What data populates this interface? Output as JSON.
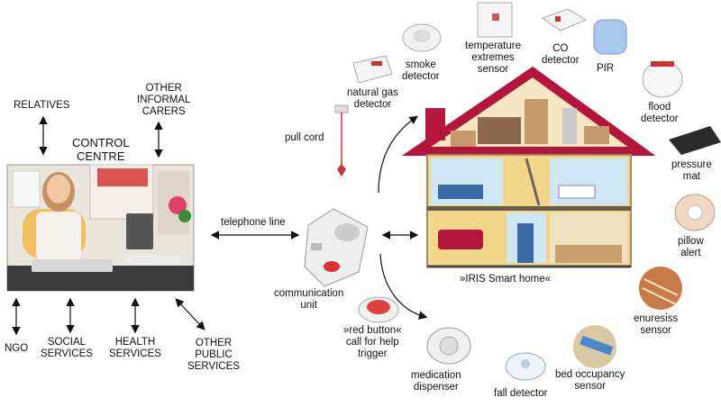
{
  "labels": {
    "relatives": "RELATIVES",
    "other_informal_1": "OTHER",
    "other_informal_2": "INFORMAL",
    "other_informal_3": "CARERS",
    "control_1": "CONTROL",
    "control_2": "CENTRE",
    "ngo": "NGO",
    "social_1": "SOCIAL",
    "social_2": "SERVICES",
    "health_1": "HEALTH",
    "health_2": "SERVICES",
    "public_1": "OTHER",
    "public_2": "PUBLIC",
    "public_3": "SERVICES",
    "telephone": "telephone line",
    "comm_1": "communication",
    "comm_2": "unit",
    "pull_cord": "pull cord",
    "gas_1": "natural gas",
    "gas_2": "detector",
    "smoke_1": "smoke",
    "smoke_2": "detector",
    "temp_1": "temperature",
    "temp_2": "extremes",
    "temp_3": "sensor",
    "co_1": "CO",
    "co_2": "detector",
    "pir": "PIR",
    "flood_1": "flood",
    "flood_2": "detector",
    "pressure_1": "pressure",
    "pressure_2": "mat",
    "pillow_1": "pillow",
    "pillow_2": "alert",
    "enuresis_1": "enuresiss",
    "enuresis_2": "sensor",
    "bed_1": "bed occupancy",
    "bed_2": "sensor",
    "fall": "fall detector",
    "med_1": "medication",
    "med_2": "dispenser",
    "red_1": "»red button«",
    "red_2": "call for help",
    "red_3": "trigger",
    "home": "»IRIS Smart home«"
  },
  "colors": {
    "roof": "#b3163a",
    "house_fill": "#f3d68a",
    "room_blue": "#cfe6f4",
    "arrow": "#111111",
    "red_button": "#e04040"
  },
  "icons": [
    "smoke-detector-icon",
    "gas-detector-icon",
    "temperature-sensor-icon",
    "co-detector-icon",
    "pir-icon",
    "flood-detector-icon",
    "pressure-mat-icon",
    "pillow-alert-icon",
    "enuresis-sensor-icon",
    "bed-occupancy-icon",
    "fall-detector-icon",
    "medication-dispenser-icon",
    "red-button-icon",
    "communication-unit-icon",
    "pull-cord-icon",
    "house-icon",
    "control-centre-photo"
  ]
}
